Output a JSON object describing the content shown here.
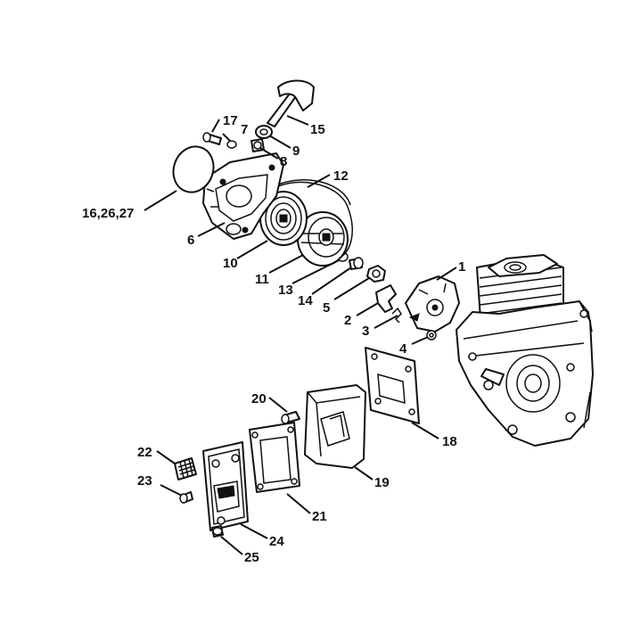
{
  "callouts": [
    {
      "id": "1",
      "label": "1"
    },
    {
      "id": "2",
      "label": "2"
    },
    {
      "id": "3",
      "label": "3"
    },
    {
      "id": "4",
      "label": "4"
    },
    {
      "id": "5",
      "label": "5"
    },
    {
      "id": "6",
      "label": "6"
    },
    {
      "id": "7",
      "label": "7"
    },
    {
      "id": "8",
      "label": "8"
    },
    {
      "id": "9",
      "label": "9"
    },
    {
      "id": "10",
      "label": "10"
    },
    {
      "id": "11",
      "label": "11"
    },
    {
      "id": "12",
      "label": "12"
    },
    {
      "id": "13",
      "label": "13"
    },
    {
      "id": "14",
      "label": "14"
    },
    {
      "id": "15",
      "label": "15"
    },
    {
      "id": "16",
      "label": "16,26,27"
    },
    {
      "id": "17",
      "label": "17"
    },
    {
      "id": "18",
      "label": "18"
    },
    {
      "id": "19",
      "label": "19"
    },
    {
      "id": "20",
      "label": "20"
    },
    {
      "id": "21",
      "label": "21"
    },
    {
      "id": "22",
      "label": "22"
    },
    {
      "id": "23",
      "label": "23"
    },
    {
      "id": "24",
      "label": "24"
    },
    {
      "id": "25",
      "label": "25"
    }
  ]
}
